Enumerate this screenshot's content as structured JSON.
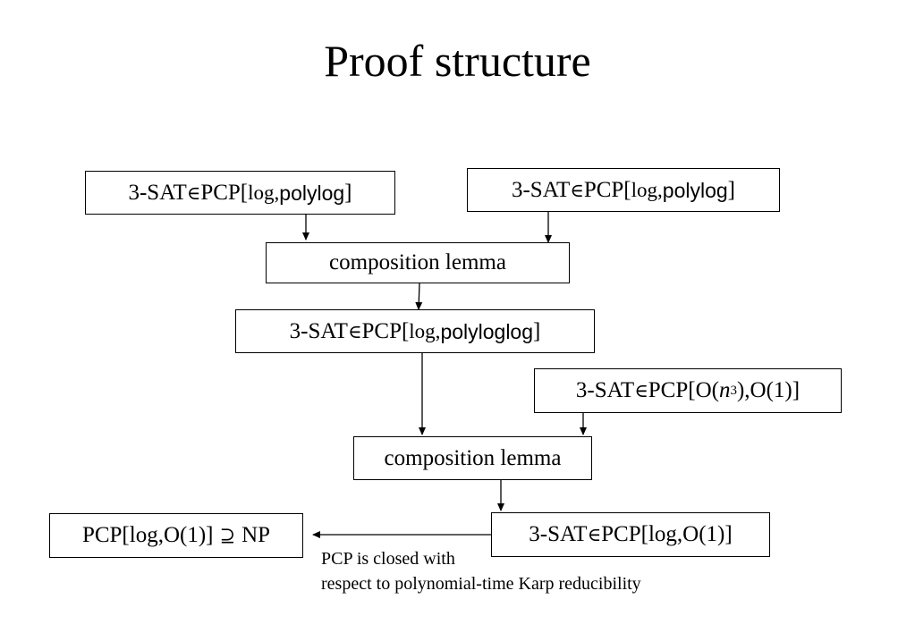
{
  "title": "Proof structure",
  "nodes": {
    "top_left": {
      "prefix": "3-SAT",
      "symbol": "∈",
      "pcp": "PCP[",
      "log": "log,",
      "param": "polylog",
      "close": "]"
    },
    "top_right": {
      "prefix": "3-SAT",
      "symbol": "∈",
      "pcp": "PCP[",
      "log": "log,",
      "param": "polylog",
      "close": "]"
    },
    "composition_1": {
      "label": "composition lemma"
    },
    "middle": {
      "prefix": "3-SAT",
      "symbol": "∈",
      "pcp": "PCP[",
      "log": "log,",
      "param": "polyloglog",
      "close": "]"
    },
    "cubic": {
      "prefix": "3-SAT",
      "symbol": "∈",
      "pcp": "PCP[O(",
      "var": "n",
      "exp": "3",
      "rest": "),O(1)]"
    },
    "composition_2": {
      "label": "composition lemma"
    },
    "final": {
      "prefix": "3-SAT",
      "symbol": "∈",
      "rest": "PCP[log,O(1)]"
    },
    "conclusion": {
      "left": "PCP[log,O(1)]",
      "symbol": "⊇",
      "right": "NP"
    }
  },
  "note": {
    "line1": "PCP is closed with",
    "line2": "respect to polynomial-time Karp reducibility"
  }
}
